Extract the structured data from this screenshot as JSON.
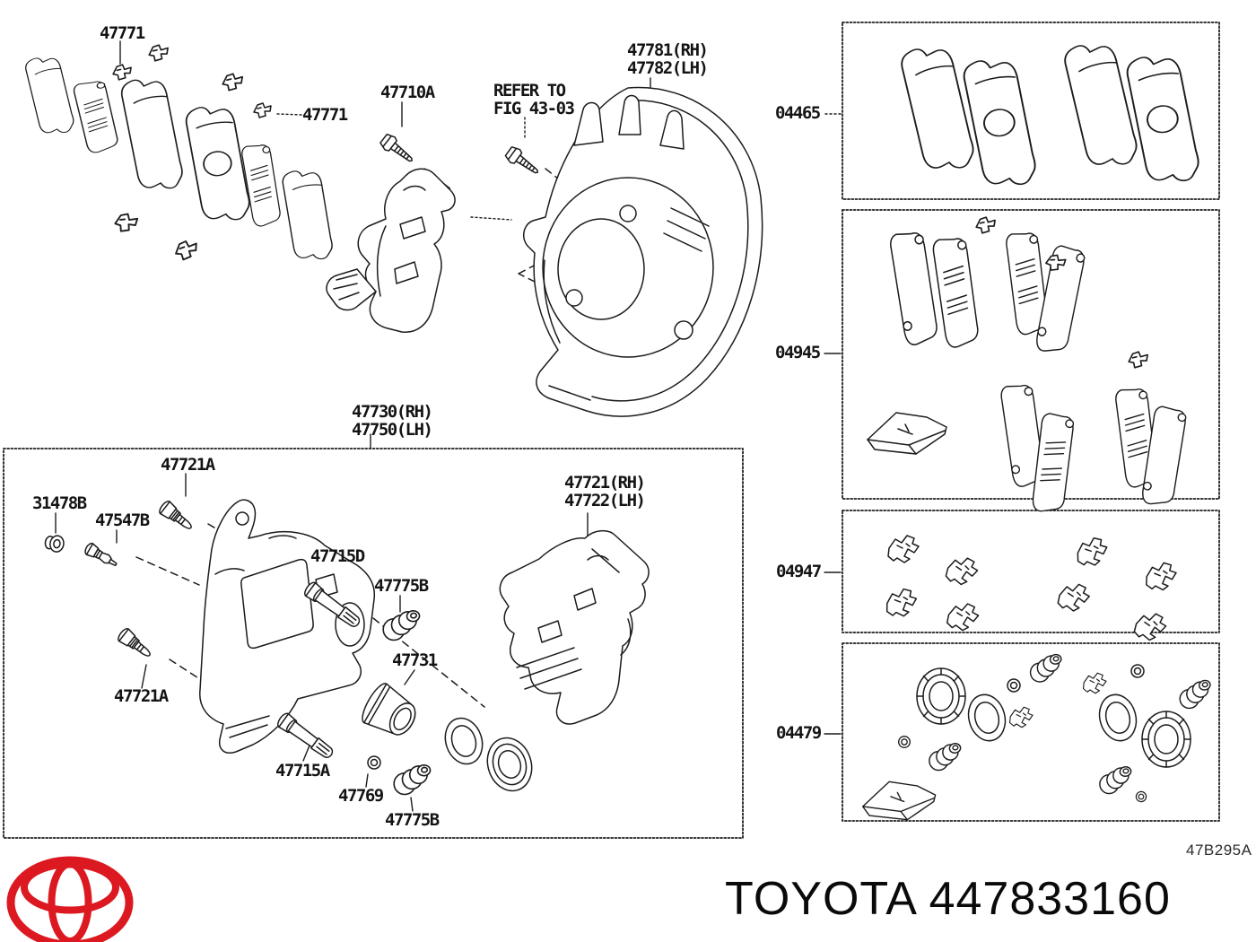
{
  "footer": {
    "brand": "TOYOTA",
    "part_number": "447833160"
  },
  "diagram_code": "47B295A",
  "note": {
    "line1": "REFER TO",
    "line2": "FIG 43-03"
  },
  "labels": {
    "pad_clip_top": "47771",
    "pad_clip_side": "47771",
    "mount_bolt": "47710A",
    "dust_shield_rh": "47781(RH)",
    "dust_shield_lh": "47782(LH)",
    "caliper_assy_rh": "47730(RH)",
    "caliper_assy_lh": "47750(LH)",
    "cylinder_mounting_rh": "47721(RH)",
    "cylinder_mounting_lh": "47722(LH)",
    "cap": "31478B",
    "bleeder_plug": "47547B",
    "pin_bushing_top": "47721A",
    "pin_bushing_bottom": "47721A",
    "slide_pin_upper": "47715D",
    "slide_pin_lower": "47715A",
    "cylinder_boot_upper": "47775B",
    "cylinder_boot_lower": "47775B",
    "piston": "47731",
    "washer": "47769",
    "pad_kit": "04465",
    "shim_kit": "04945",
    "fitting_kit": "04947",
    "cylinder_kit": "04479"
  },
  "colors": {
    "line": "#1c1c1c",
    "logo_red": "#dc1820"
  }
}
